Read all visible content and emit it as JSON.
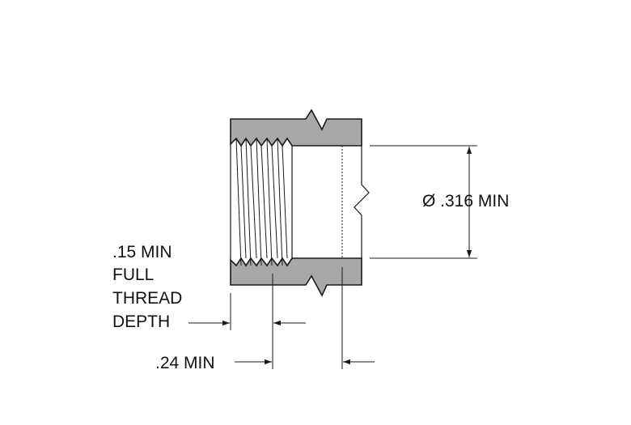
{
  "diagram": {
    "labels": {
      "diameter": "Ø .316 MIN",
      "thread_depth_line1": ".15 MIN",
      "thread_depth_line2": "FULL",
      "thread_depth_line3": "THREAD",
      "thread_depth_line4": "DEPTH",
      "counterbore_depth": ".24 MIN"
    },
    "colors": {
      "section_fill": "#a8a8a8",
      "line": "#1a1a1a",
      "background": "#ffffff"
    }
  }
}
